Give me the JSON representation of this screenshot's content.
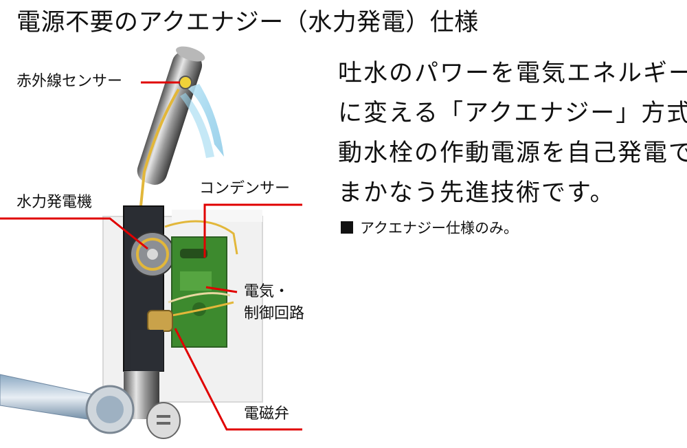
{
  "title": "電源不要のアクエナジー（水力発電）仕様",
  "description": {
    "lines": [
      "吐水のパワーを電気エネルギー",
      "に変える「アクエナジー」方式。自",
      "動水栓の作動電源を自己発電で",
      "まかなう先進技術です。"
    ]
  },
  "note": "アクエナジー仕様のみ。",
  "labels": {
    "sensor": "赤外線センサー",
    "generator": "水力発電機",
    "condenser": "コンデンサー",
    "circuit_line1": "電気・",
    "circuit_line2": "制御回路",
    "solenoid": "電磁弁"
  },
  "colors": {
    "leader_line": "#e00000",
    "pcb": "#3d8a2e",
    "wire": "#e2b73a",
    "water": "#7cc6e8"
  }
}
